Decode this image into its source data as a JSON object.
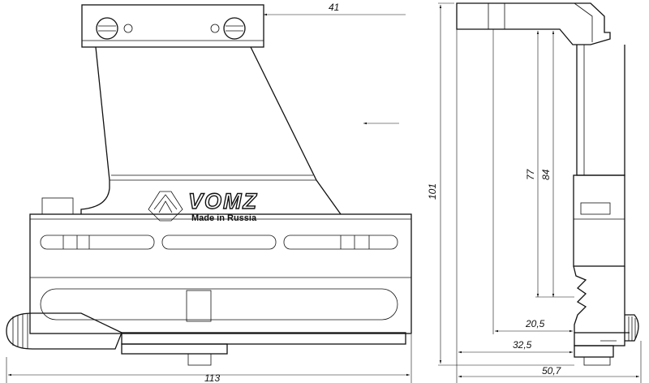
{
  "logo": {
    "brand": "VOMZ",
    "tagline": "Made in Russia"
  },
  "dimensions": {
    "top_width": "41",
    "total_height": "101",
    "height_84": "84",
    "height_77": "77",
    "base_width": "113",
    "offset_20_5": "20,5",
    "offset_32_5": "32,5",
    "side_depth": "50,7"
  }
}
